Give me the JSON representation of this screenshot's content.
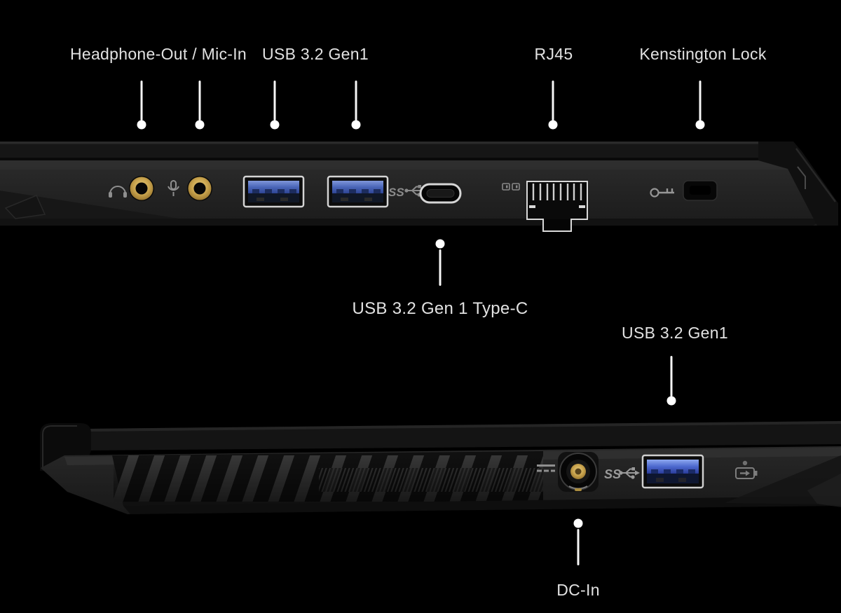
{
  "background_color": "#000000",
  "label_color": "#e2e2e2",
  "leader_color": "#ffffff",
  "callouts": {
    "headphone_mic": {
      "label": "Headphone-Out / Mic-In",
      "targets": [
        "headphone-out-jack",
        "mic-in-jack"
      ]
    },
    "usb_top": {
      "label": "USB 3.2 Gen1",
      "targets": [
        "usb-a-port-1",
        "usb-a-port-2"
      ]
    },
    "rj45": {
      "label": "RJ45",
      "targets": [
        "rj45-port"
      ]
    },
    "kensington": {
      "label": "Kenstington Lock",
      "targets": [
        "kensington-lock-slot"
      ]
    },
    "usb_type_c": {
      "label": "USB 3.2 Gen 1 Type-C",
      "targets": [
        "usb-type-c-port"
      ]
    },
    "usb_bottom": {
      "label": "USB 3.2 Gen1",
      "targets": [
        "usb-a-port-3"
      ]
    },
    "dc_in": {
      "label": "DC-In",
      "targets": [
        "dc-in-jack"
      ]
    }
  },
  "icons": [
    "headphone-icon",
    "mic-icon",
    "usb-ss-icon",
    "ethernet-icon",
    "kensington-key-icon",
    "dc-power-icon",
    "battery-charge-icon"
  ],
  "colors": {
    "audio_jack_gold": "#c9a44e",
    "usb_port_blue": "#3d59ad",
    "port_outline": "#d6d6d6",
    "laptop_body": "#232323",
    "laptop_lid": "#161616"
  }
}
